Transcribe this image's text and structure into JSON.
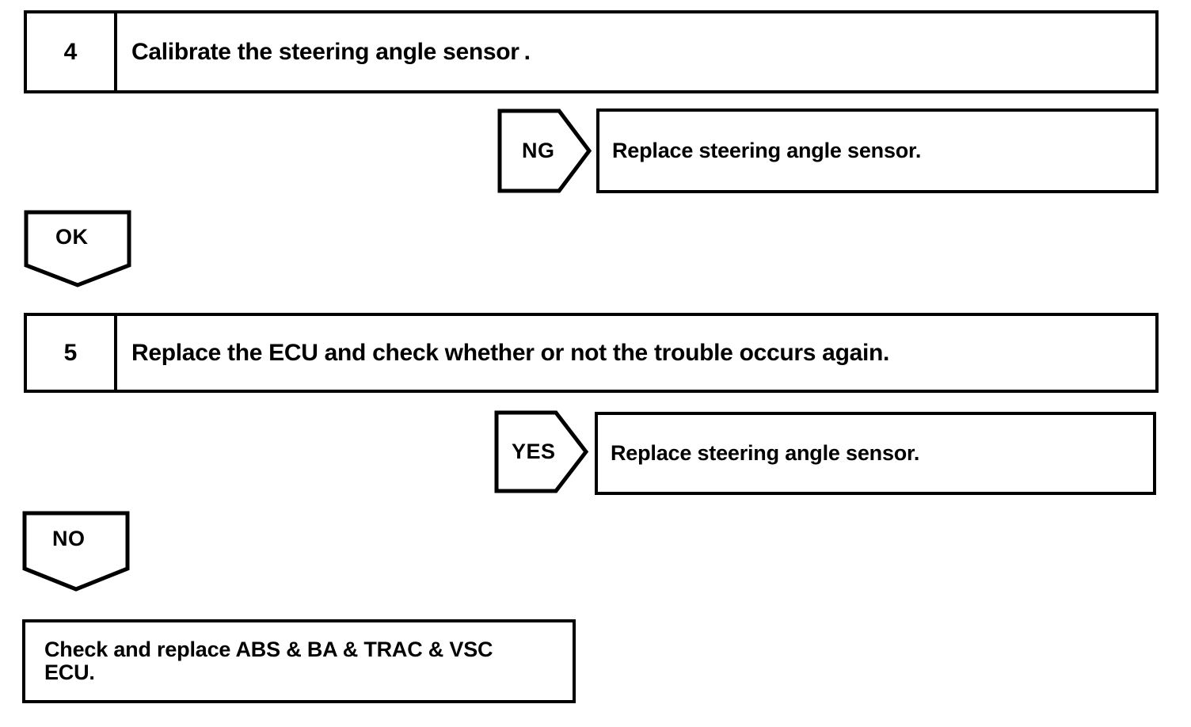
{
  "document": {
    "type": "troubleshooting-flowchart",
    "background_color": "#ffffff",
    "line_color": "#000000"
  },
  "steps": [
    {
      "number": "4",
      "text": "Calibrate the steering angle sensor",
      "trailing_period": "."
    },
    {
      "number": "5",
      "text": "Replace the ECU and check whether or not the trouble occurs again.",
      "trailing_period": ""
    }
  ],
  "branches": [
    {
      "label": "NG",
      "direction": "right",
      "result": "Replace steering angle sensor."
    },
    {
      "label": "OK",
      "direction": "down",
      "result": ""
    },
    {
      "label": "YES",
      "direction": "right",
      "result": "Replace steering angle sensor."
    },
    {
      "label": "NO",
      "direction": "down",
      "result": ""
    }
  ],
  "final_action": {
    "line1": "Check and replace ABS & BA & TRAC & VSC",
    "line2": "ECU."
  }
}
